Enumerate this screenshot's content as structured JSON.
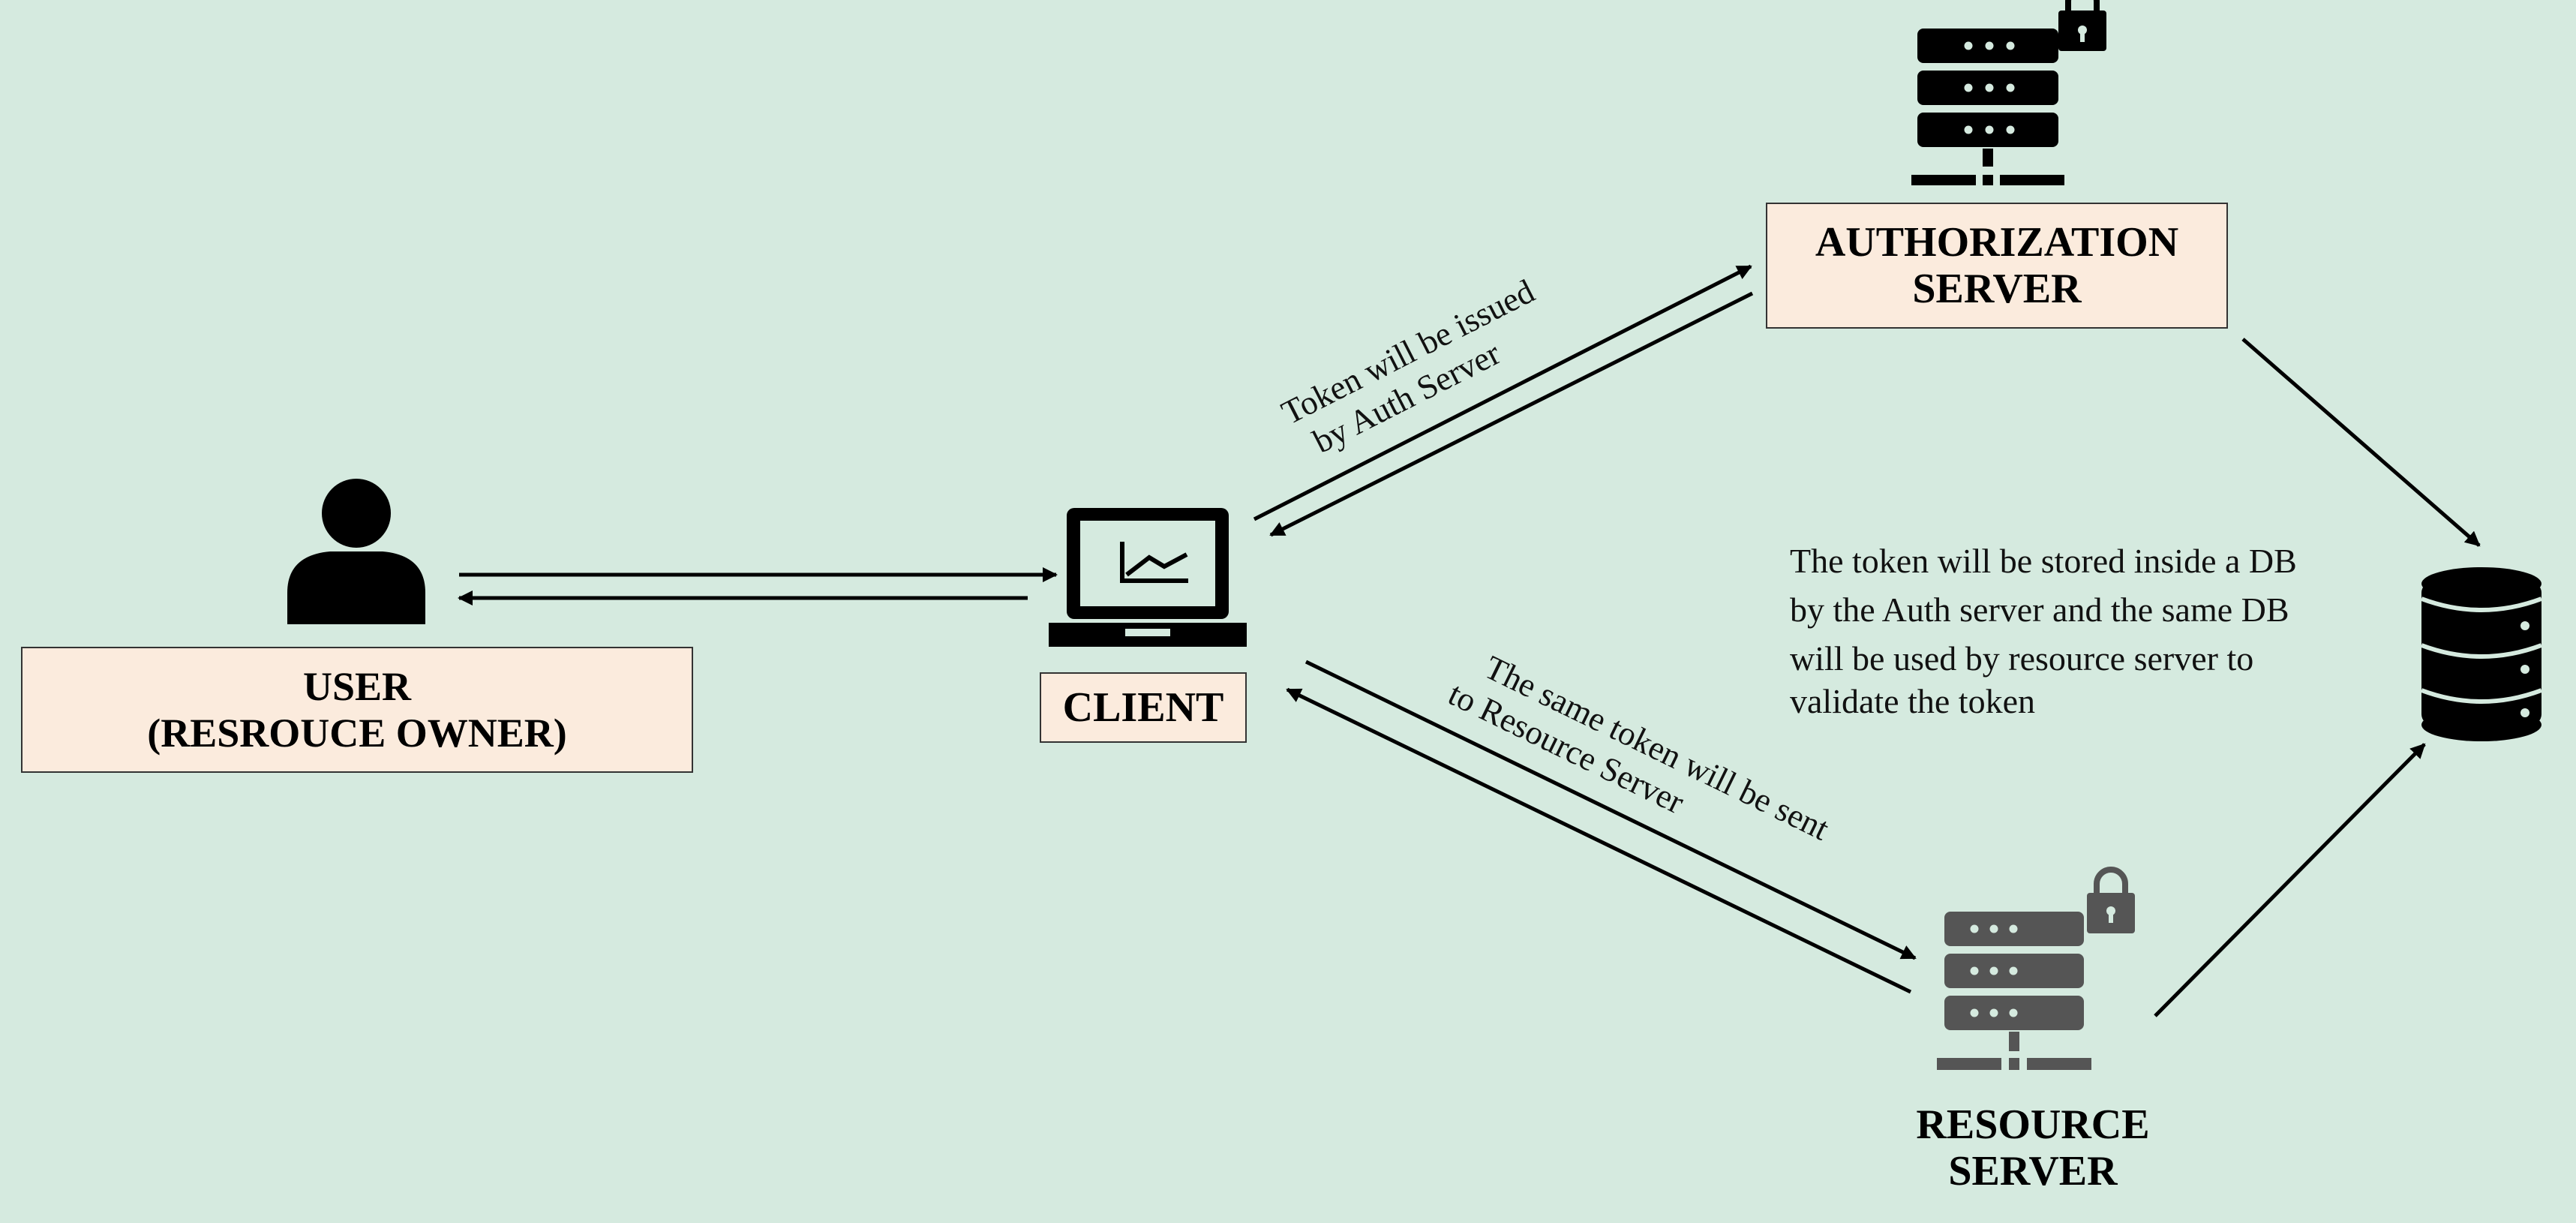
{
  "nodes": {
    "user": {
      "lines": [
        "USER",
        "(RESROUCE OWNER)"
      ]
    },
    "client": {
      "lines": [
        "CLIENT"
      ]
    },
    "auth_server": {
      "lines": [
        "AUTHORIZATION",
        "SERVER"
      ]
    },
    "resource_server": {
      "lines": [
        "RESOURCE",
        "SERVER"
      ]
    }
  },
  "edge_labels": {
    "token_issued": [
      "Token will be issued",
      "by Auth Server"
    ],
    "token_sent": [
      "The same token will be sent",
      "to Resource Server"
    ]
  },
  "note": [
    "The token will be stored inside a DB",
    "by the Auth server  and the same DB",
    "will be used by resource server to",
    "validate the token"
  ],
  "colors": {
    "background": "#d5eadf",
    "box_fill": "#fbebdd",
    "icon_dark": "#000000",
    "icon_gray": "#555555"
  },
  "icons": [
    "person-icon",
    "laptop-icon",
    "server-lock-icon",
    "database-icon"
  ]
}
